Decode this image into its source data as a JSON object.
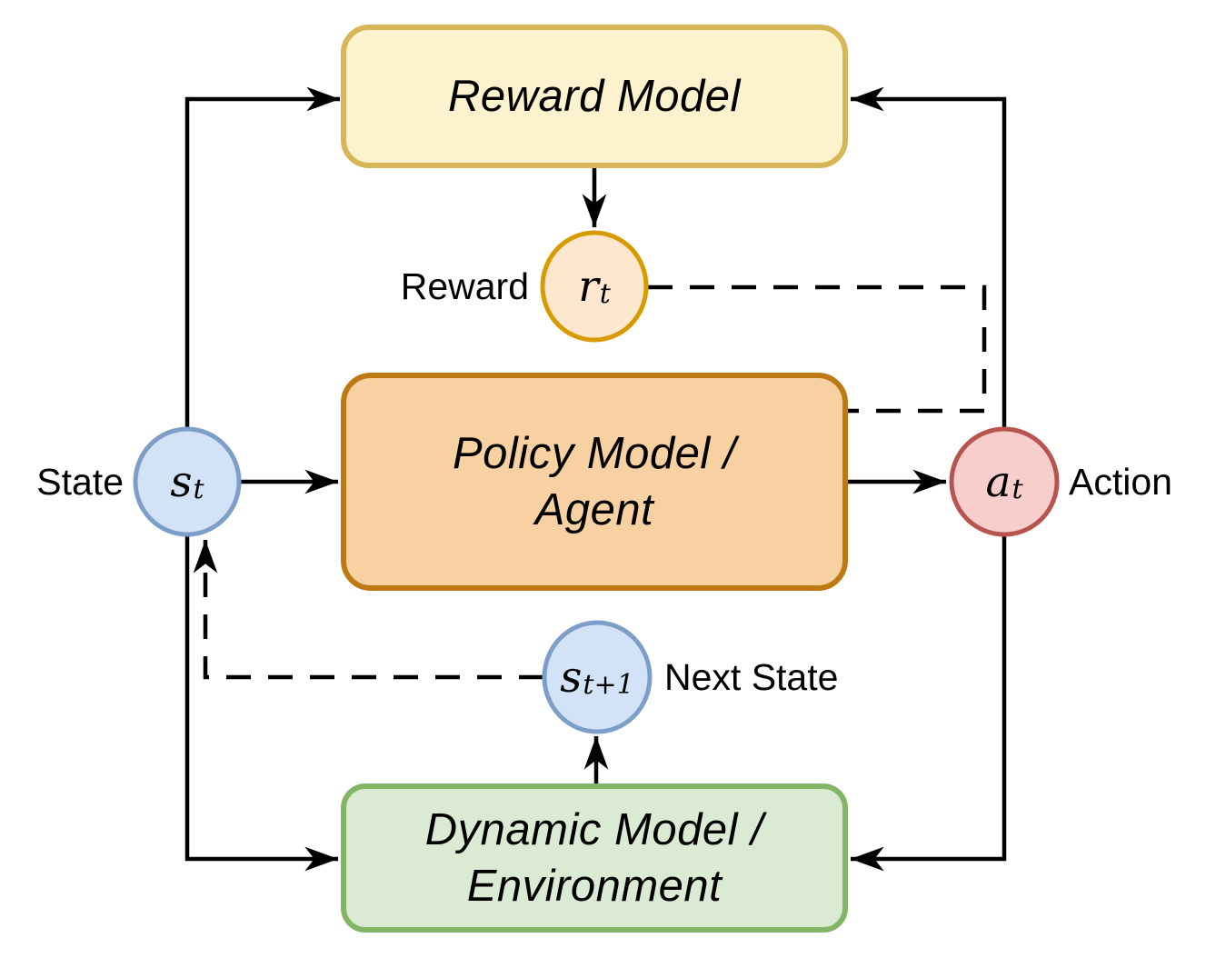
{
  "diagram": {
    "title": "Reinforcement learning loop diagram",
    "background": "#ffffff",
    "edge_color": "#000000",
    "nodes": {
      "reward_model": {
        "label": "Reward Model",
        "fill": "#fcf2cd",
        "stroke": "#d6b656"
      },
      "policy_model": {
        "label": "Policy Model /\nAgent",
        "fill": "#f8d1a2",
        "stroke": "#bf7912"
      },
      "dynamic_model": {
        "label": "Dynamic Model /\nEnvironment",
        "fill": "#dbead3",
        "stroke": "#84b566"
      },
      "state": {
        "symbol": "s",
        "subscript": "t",
        "caption": "State",
        "fill": "#d3e3f7",
        "stroke": "#7d9ec9"
      },
      "reward": {
        "symbol": "r",
        "subscript": "t",
        "caption": "Reward",
        "fill": "#fde7cf",
        "stroke": "#d79b00"
      },
      "action": {
        "symbol": "a",
        "subscript": "t",
        "caption": "Action",
        "fill": "#f7cecb",
        "stroke": "#b85450"
      },
      "next_state": {
        "symbol": "s",
        "subscript": "t+1",
        "caption": "Next State",
        "fill": "#d3e3f7",
        "stroke": "#7d9ec9"
      }
    },
    "edges": [
      {
        "from": "state",
        "to": "reward_model",
        "style": "solid"
      },
      {
        "from": "state",
        "to": "policy_model",
        "style": "solid"
      },
      {
        "from": "state",
        "to": "dynamic_model",
        "style": "solid"
      },
      {
        "from": "reward_model",
        "to": "reward",
        "style": "solid"
      },
      {
        "from": "policy_model",
        "to": "action",
        "style": "solid"
      },
      {
        "from": "action",
        "to": "reward_model",
        "style": "solid"
      },
      {
        "from": "action",
        "to": "dynamic_model",
        "style": "solid"
      },
      {
        "from": "dynamic_model",
        "to": "next_state",
        "style": "solid"
      },
      {
        "from": "reward",
        "to": "policy_model",
        "style": "dashed"
      },
      {
        "from": "next_state",
        "to": "state",
        "style": "dashed"
      }
    ]
  }
}
